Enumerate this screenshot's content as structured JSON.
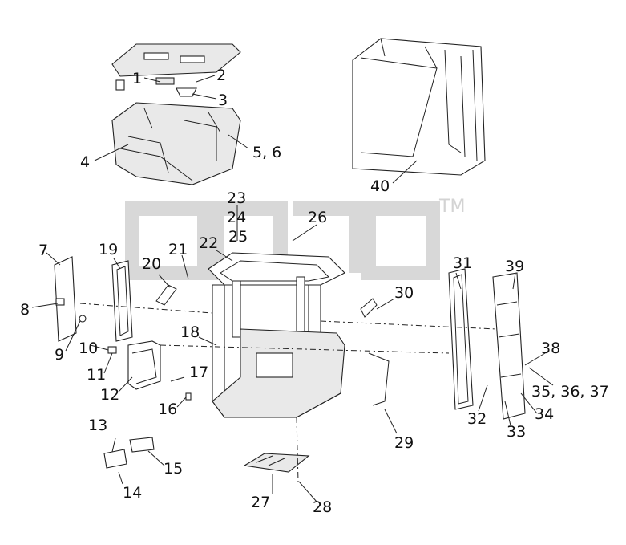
{
  "watermark": {
    "mark": "TM"
  },
  "callouts": [
    "1",
    "2",
    "3",
    "4",
    "5, 6",
    "7",
    "8",
    "9",
    "10",
    "11",
    "12",
    "13",
    "14",
    "15",
    "16",
    "17",
    "18",
    "19",
    "20",
    "21",
    "22",
    "23",
    "24",
    "25",
    "26",
    "27",
    "28",
    "29",
    "30",
    "31",
    "32",
    "33",
    "34",
    "35, 36, 37",
    "38",
    "39",
    "40"
  ]
}
